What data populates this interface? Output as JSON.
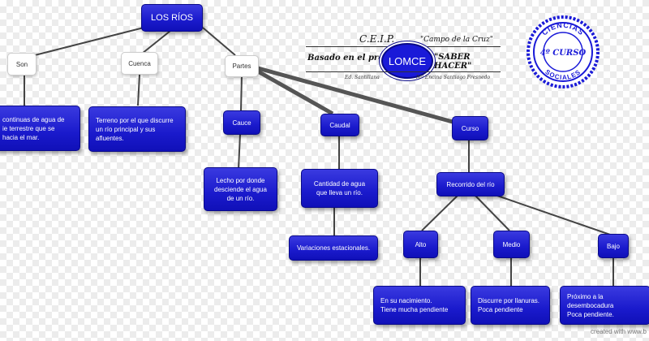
{
  "diagram": {
    "nodes": {
      "root": "LOS RÍOS",
      "son": "Son",
      "cuenca": "Cuenca",
      "partes": "Partes",
      "son_desc": "continuas de agua de\nie terrestre que se\nhacia el mar.",
      "cuenca_desc": "Terreno por el que discurre\nun río principal y sus\nafluentes.",
      "cauce": "Cauce",
      "caudal": "Caudal",
      "curso": "Curso",
      "cauce_desc": "Lecho por donde\ndesciende el agua\nde un río.",
      "caudal_desc": "Cantidad de agua\nque lleva un río.",
      "variaciones": "Variaciones estacionales.",
      "recorrido": "Recorrido del río",
      "alto": "Alto",
      "medio": "Medio",
      "bajo": "Bajo",
      "alto_desc": "En su nacimiento.\nTiene mucha pendiente",
      "medio_desc": "Discurre por llanuras.\nPoca pendiente",
      "bajo_desc": "Próximo a la desembocadura\nPoca pendiente."
    }
  },
  "header": {
    "school": "C.E.I.P.",
    "school_name": "\"Campo de la Cruz\"",
    "based_on": "Basado en el proyecto",
    "logo": "LOMCE",
    "project": "\"SABER HACER\"",
    "publisher": "Ed. Santillana",
    "author": "Mª Encina Santiago Fresnedo"
  },
  "seal": {
    "top_text": "CIENCIAS",
    "center_text": "4º CURSO",
    "bottom_text": "SOCIALES",
    "color": "#1a1ad8"
  },
  "watermark": "created with www.b",
  "colors": {
    "node_fill": "#1a1acc",
    "edge": "#444444"
  }
}
